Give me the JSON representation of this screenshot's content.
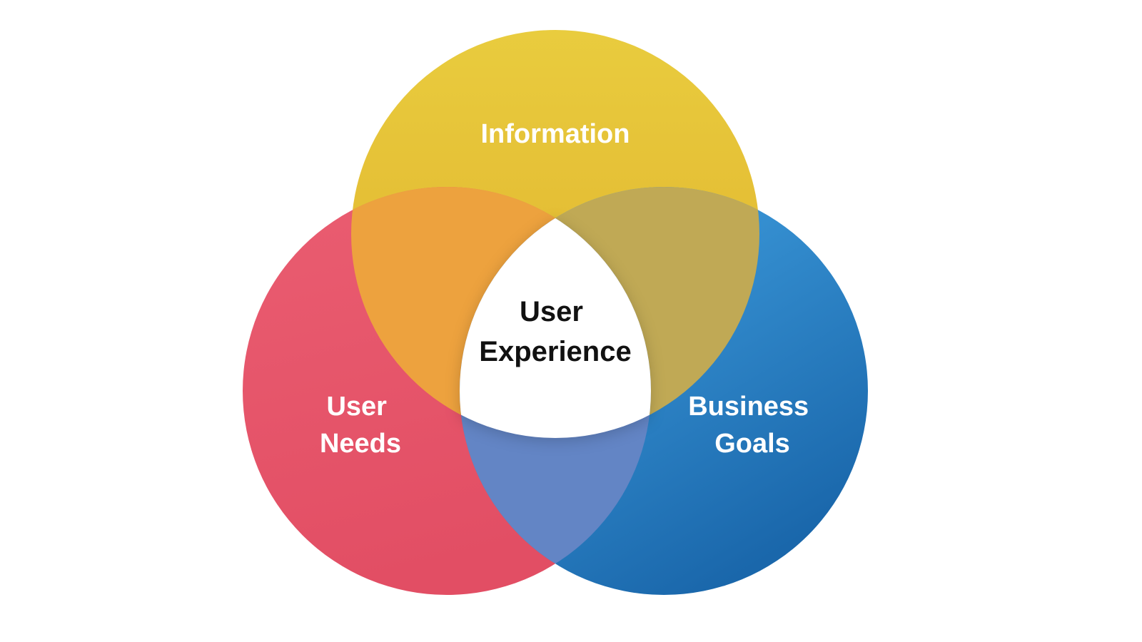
{
  "diagram": {
    "type": "venn-3-circle",
    "background": "#ffffff",
    "center": {
      "label": "User Experience",
      "lines": [
        "User",
        "Experience"
      ],
      "text_color": "#111111",
      "fill": "#ffffff"
    },
    "sets": [
      {
        "id": "information",
        "label": "Information",
        "lines": [
          "Information"
        ],
        "color_light": "#E9CC3E",
        "color_dark": "#DFAF2B",
        "text_color": "#ffffff"
      },
      {
        "id": "user-needs",
        "label": "User Needs",
        "lines": [
          "User",
          "Needs"
        ],
        "color_light": "#EA5D71",
        "color_dark": "#E24E64",
        "text_color": "#ffffff"
      },
      {
        "id": "business-goals",
        "label": "Business Goals",
        "lines": [
          "Business",
          "Goals"
        ],
        "color_light": "#45A7E7",
        "color_dark": "#1A67AB",
        "text_color": "#ffffff"
      }
    ],
    "overlaps": [
      {
        "id": "information-user-needs",
        "between": [
          "Information",
          "User Needs"
        ],
        "color": "#EDA23E"
      },
      {
        "id": "information-business-goals",
        "between": [
          "Information",
          "Business Goals"
        ],
        "color": "#C0A955"
      },
      {
        "id": "user-needs-business-goals",
        "between": [
          "User Needs",
          "Business Goals"
        ],
        "color": "#6385C5"
      }
    ]
  }
}
